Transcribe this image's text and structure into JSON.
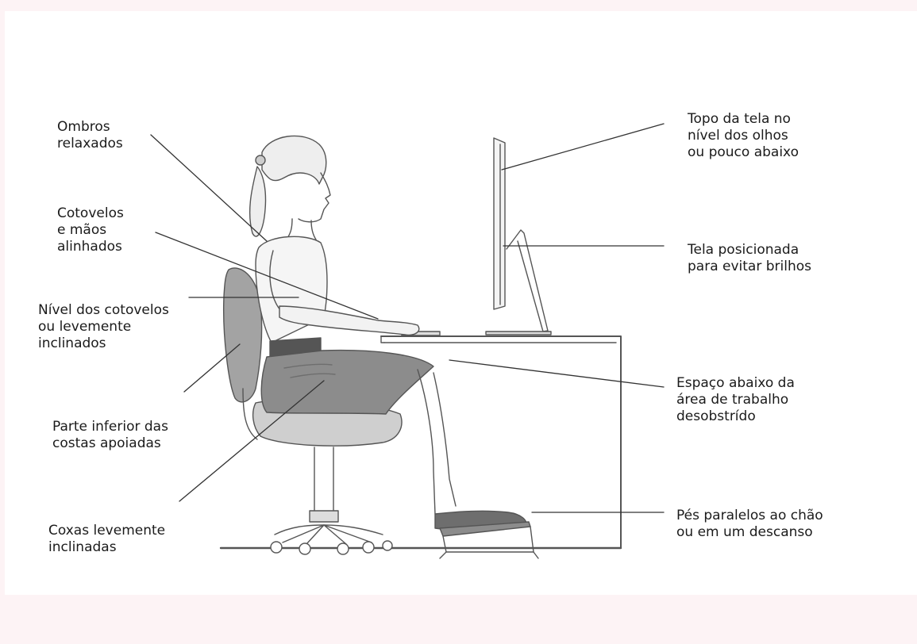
{
  "colors": {
    "page_background": "#fdf3f5",
    "canvas": "#ffffff",
    "line": "#555555",
    "skirt": "#8c8c8c",
    "chair": "#a3a3a3",
    "footrest": "#6e6e6e"
  },
  "labels": {
    "shoulders": "Ombros\nrelaxados",
    "elbows_hands": "Cotovelos\ne mãos\nalinhados",
    "elbow_level": "Nível dos cotovelos\nou levemente\ninclinados",
    "lower_back": "Parte inferior das\ncostas apoiadas",
    "thighs": "Coxas levemente\ninclinadas",
    "screen_top": "Topo da tela no\nnível dos olhos\nou pouco abaixo",
    "glare": "Tela posicionada\npara evitar brilhos",
    "under_desk": "Espaço abaixo da\nárea de trabalho\ndesobstrído",
    "feet": "Pés paralelos ao chão\nou em um descanso"
  },
  "icons": {
    "figure": "seated-woman-illustration",
    "chair": "office-chair-illustration",
    "monitor": "monitor-illustration",
    "desk": "desk-illustration",
    "footrest": "footrest-illustration"
  }
}
